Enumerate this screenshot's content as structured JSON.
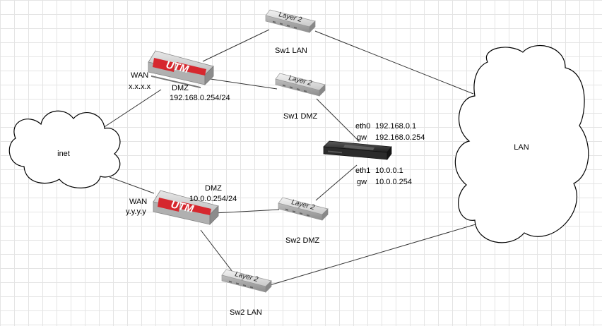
{
  "nodes": {
    "inet": {
      "label": "inet"
    },
    "lan": {
      "label": "LAN"
    },
    "utm1": {
      "logo": "UTM",
      "wan_label": "WAN",
      "wan_ip": "x.x.x.x",
      "dmz_label": "DMZ",
      "dmz_ip": "192.168.0.254/24"
    },
    "utm2": {
      "logo": "UTM",
      "wan_label": "WAN",
      "wan_ip": "y.y.y.y",
      "dmz_label": "DMZ",
      "dmz_ip": "10.0.0.254/24"
    },
    "sw1_lan": {
      "device_text": "Layer 2",
      "label": "Sw1 LAN"
    },
    "sw1_dmz": {
      "device_text": "Layer 2",
      "label": "Sw1 DMZ"
    },
    "sw2_dmz": {
      "device_text": "Layer 2",
      "label": "Sw2 DMZ"
    },
    "sw2_lan": {
      "device_text": "Layer 2",
      "label": "Sw2 LAN"
    },
    "server": {
      "eth0": {
        "name": "eth0",
        "ip": "192.168.0.1",
        "gw_label": "gw",
        "gw": "192.168.0.254"
      },
      "eth1": {
        "name": "eth1",
        "ip": "10.0.0.1",
        "gw_label": "gw",
        "gw": "10.0.0.254"
      }
    }
  },
  "colors": {
    "utm_red": "#d6272e",
    "device_gray": "#c8c8c8",
    "server_dark": "#2b2b2b",
    "line": "#333333"
  }
}
